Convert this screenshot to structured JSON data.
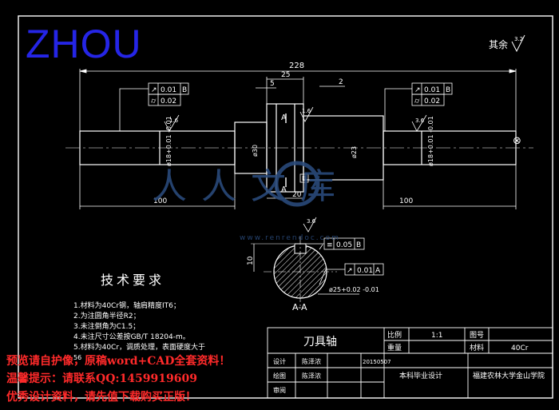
{
  "brand": {
    "text": "ZHOU"
  },
  "drawing": {
    "roughness_note": "其余",
    "roughness_rest": "3.2",
    "overall_length": "228",
    "dims": {
      "d25": "25",
      "d5": "5",
      "d2": "2",
      "d100_left": "100",
      "d100_right": "100",
      "d20": "20",
      "d10": "10"
    },
    "diameters": {
      "left_journal": "ø18+0.01 -0.01",
      "collar": "ø30",
      "mid": "ø23",
      "right_journal": "ø18+0.01 -0.01",
      "section": "ø25+0.02 -0.01"
    },
    "roughness": {
      "left": "1.6",
      "right": "3.6",
      "collar": "1.6",
      "key": "3.6"
    },
    "tolerance_left": {
      "row1": [
        "↗",
        "0.01",
        "B"
      ],
      "row2": [
        "⌭",
        "0.02"
      ]
    },
    "tolerance_right": {
      "row1": [
        "↗",
        "0.01",
        "B"
      ],
      "row2": [
        "⌭",
        "0.02"
      ]
    },
    "tolerance_section_sym": [
      "≡",
      "0.05",
      "B"
    ],
    "tolerance_section_run": [
      "↗",
      "0.01",
      "A"
    ],
    "section_mark": "A",
    "section_label": "A-A",
    "datum_b": "B",
    "center_mark": "⊗"
  },
  "tech": {
    "title": "技术要求",
    "items": [
      "1.材料为40Cr钢，轴肩精度IT6；",
      "2.为注圆角半径R2；",
      "3.未注倒角为C1.5；",
      "4.未注尺寸公差按GB/T 18204-m。",
      "5.材料为40Cr，调质处理，表面硬度大于"
    ],
    "hrc": "56"
  },
  "title_block": {
    "part_name": "刀具轴",
    "scale_label": "比例",
    "scale_value": "1:1",
    "weight_label": "重量",
    "drawing_no_label": "图号",
    "material_label": "材料",
    "material_value": "40Cr",
    "designer_label": "设计",
    "designer_name": "陈泽浓",
    "date": "20150507",
    "drafter_label": "绘图",
    "drafter_name": "陈泽浓",
    "reviewer_label": "审阅",
    "project": "本科毕业设计",
    "school": "福建农林大学金山学院"
  },
  "watermark": {
    "logo_text": "人人文库",
    "url_text": "www.renrendoc.com",
    "line1": "预览请自护像，原稿word+CAD全套资料！",
    "line2": "温馨提示：请联系QQ:1459919609",
    "line3": "优秀设计资料，请先值下载购买正版！"
  },
  "colors": {
    "background": "#000000",
    "line": "#ffffff",
    "brand": "#2525e6",
    "watermark_red": "#ff2a2a",
    "watermark_blue": "#2a4a7a"
  }
}
